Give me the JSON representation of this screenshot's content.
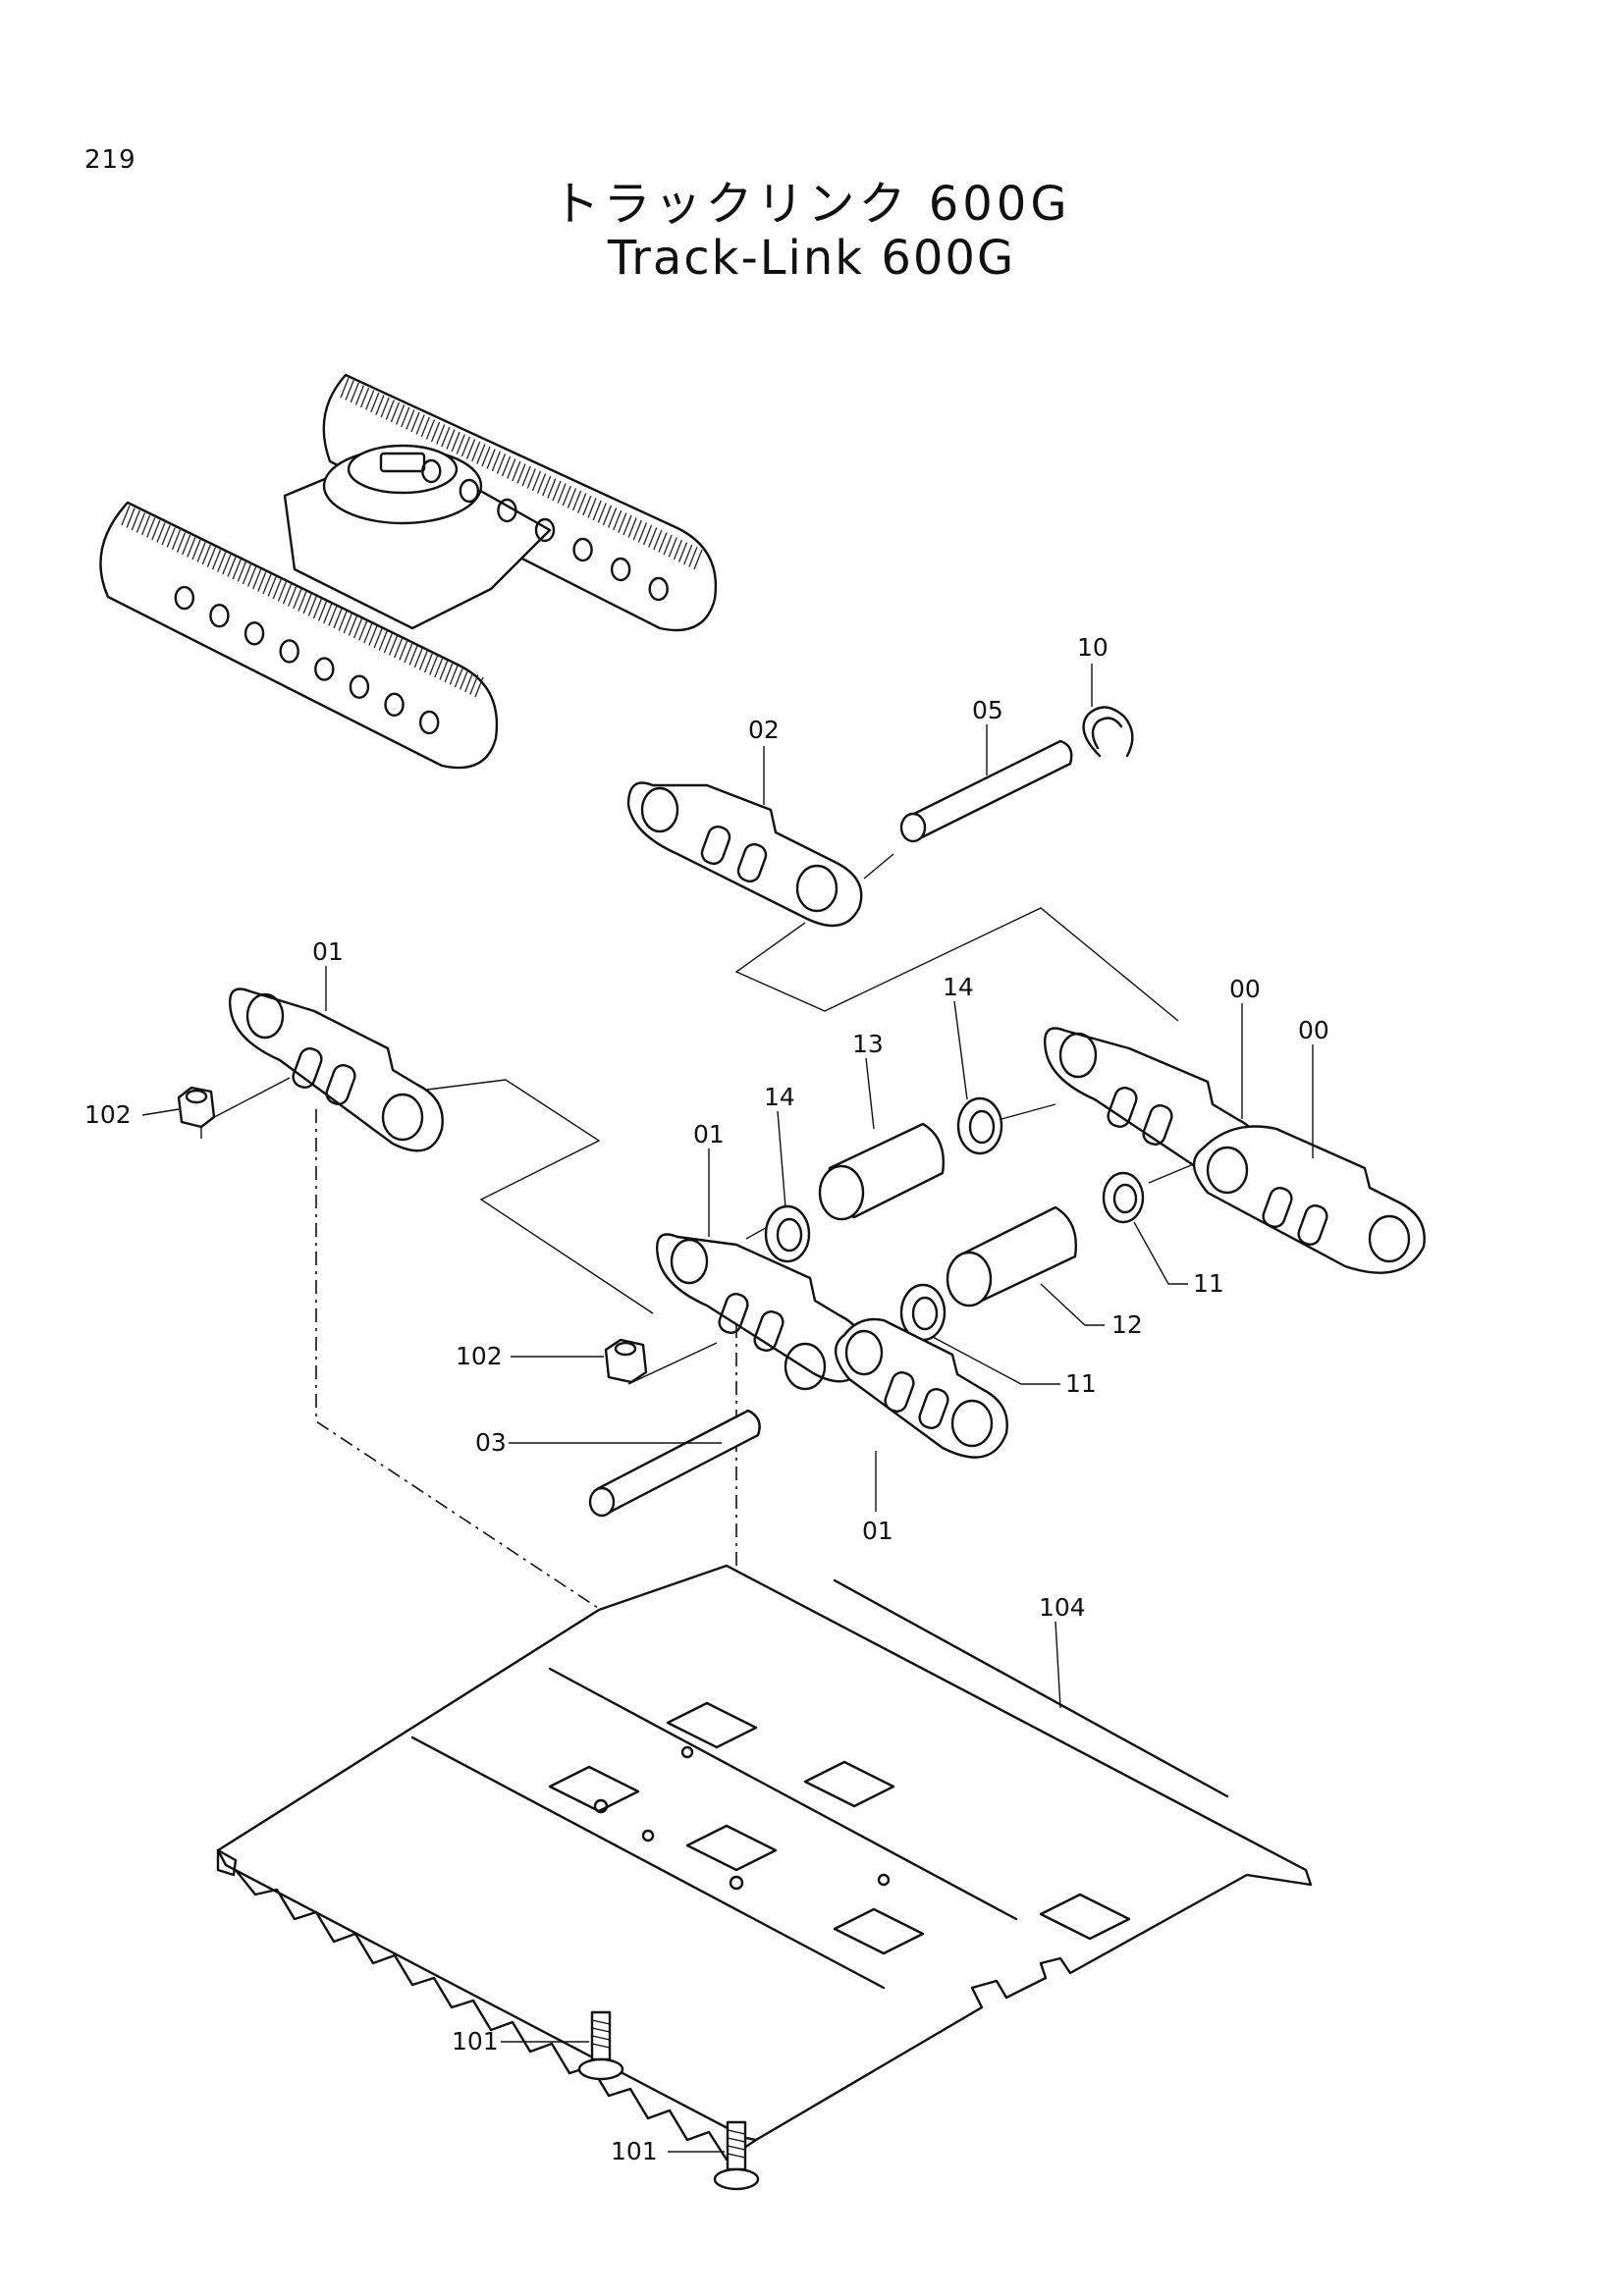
{
  "page_number": "219",
  "title_jp": "トラックリンク 600G",
  "title_en": "Track-Link 600G",
  "callouts": {
    "c10": "10",
    "c05": "05",
    "c02": "02",
    "c01_top": "01",
    "c00_a": "00",
    "c00_b": "00",
    "c14_a": "14",
    "c13": "13",
    "c14_b": "14",
    "c01_mid": "01",
    "c102_a": "102",
    "c11_a": "11",
    "c12": "12",
    "c102_b": "102",
    "c11_b": "11",
    "c03": "03",
    "c01_bot": "01",
    "c104": "104",
    "c101_a": "101",
    "c101_b": "101"
  }
}
